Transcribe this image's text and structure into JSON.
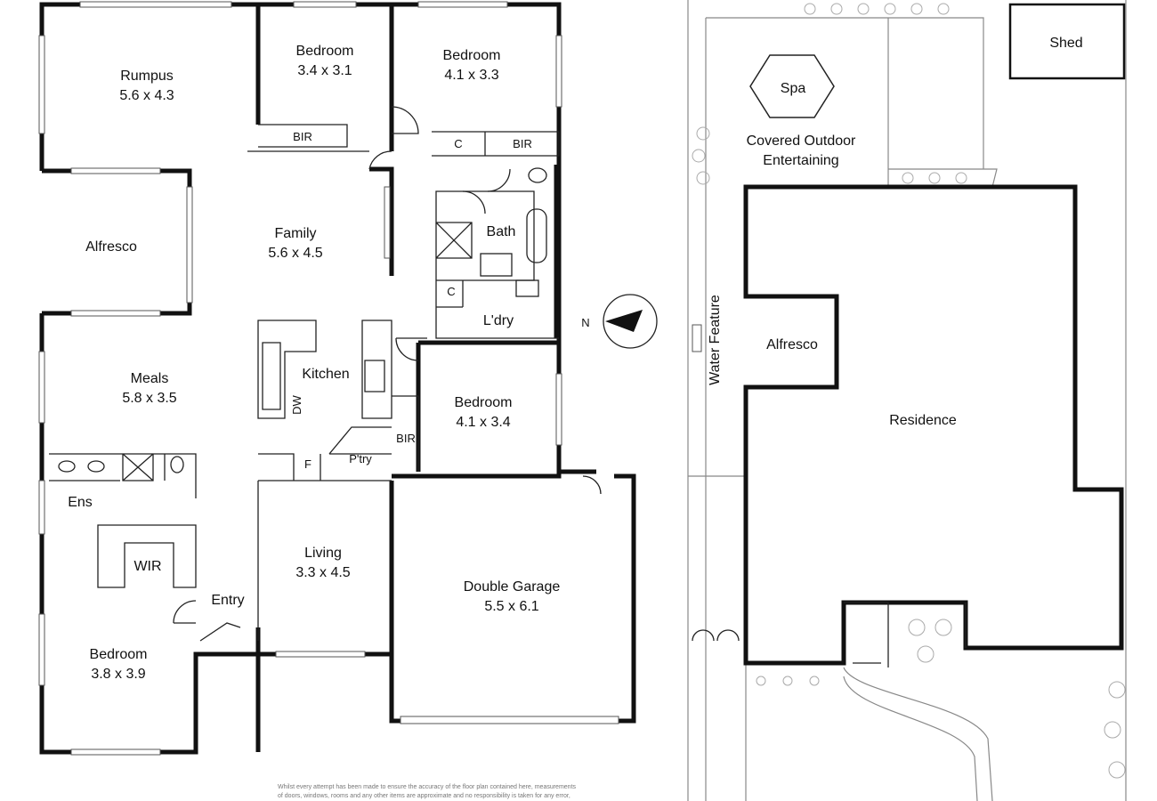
{
  "floor_plan": {
    "rooms": [
      {
        "id": "rumpus",
        "name": "Rumpus",
        "size": "5.6 x 4.3"
      },
      {
        "id": "bedroom-top-left",
        "name": "Bedroom",
        "size": "3.4 x 3.1"
      },
      {
        "id": "bedroom-top-right",
        "name": "Bedroom",
        "size": "4.1 x 3.3"
      },
      {
        "id": "alfresco",
        "name": "Alfresco",
        "size": ""
      },
      {
        "id": "family",
        "name": "Family",
        "size": "5.6 x 4.5"
      },
      {
        "id": "bath",
        "name": "Bath",
        "size": ""
      },
      {
        "id": "laundry",
        "name": "L'dry",
        "size": ""
      },
      {
        "id": "meals",
        "name": "Meals",
        "size": "5.8 x 3.5"
      },
      {
        "id": "kitchen",
        "name": "Kitchen",
        "size": ""
      },
      {
        "id": "bedroom-middle",
        "name": "Bedroom",
        "size": "4.1 x 3.4"
      },
      {
        "id": "ensuite",
        "name": "Ens",
        "size": ""
      },
      {
        "id": "wir",
        "name": "WIR",
        "size": ""
      },
      {
        "id": "living",
        "name": "Living",
        "size": "3.3 x 4.5"
      },
      {
        "id": "entry",
        "name": "Entry",
        "size": ""
      },
      {
        "id": "double-garage",
        "name": "Double Garage",
        "size": "5.5 x 6.1"
      },
      {
        "id": "bedroom-bottom",
        "name": "Bedroom",
        "size": "3.8 x 3.9"
      }
    ],
    "fixtures": {
      "bir": "BIR",
      "cupboard": "C",
      "dishwasher": "DW",
      "fridge": "F",
      "pantry": "P'try"
    },
    "compass_label": "N"
  },
  "site_plan": {
    "shed": "Shed",
    "spa": "Spa",
    "covered_outdoor_line1": "Covered Outdoor",
    "covered_outdoor_line2": "Entertaining",
    "water_feature": "Water Feature",
    "alfresco": "Alfresco",
    "residence": "Residence"
  },
  "disclaimer": {
    "line1": "Whilst every attempt has been made to ensure the accuracy of the floor plan contained here, measurements",
    "line2": "of doors, windows, rooms and any other items are approximate and no responsibility is taken for any error,"
  }
}
